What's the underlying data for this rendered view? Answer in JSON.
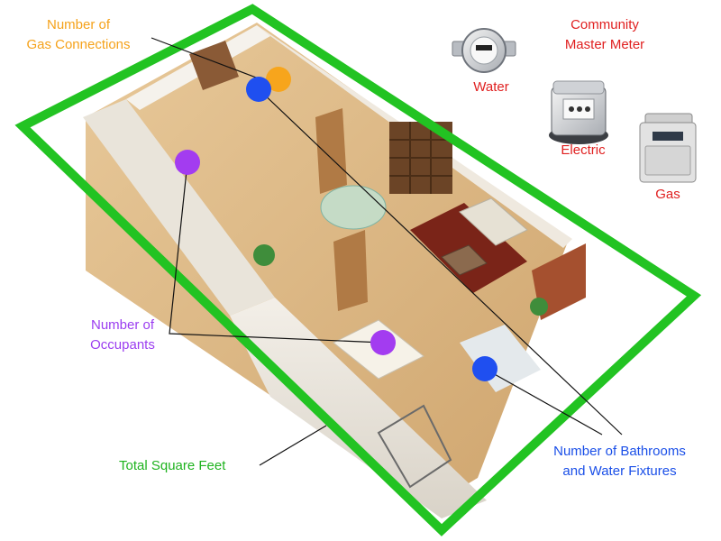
{
  "labels": {
    "gas_connections": [
      "Number of",
      "Gas Connections"
    ],
    "occupants": [
      "Number of",
      "Occupants"
    ],
    "bathrooms": [
      "Number of Bathrooms",
      "and Water Fixtures"
    ],
    "square_feet": "Total Square Feet",
    "community_meter": [
      "Community",
      "Master Meter"
    ],
    "water": "Water",
    "electric": "Electric",
    "gas": "Gas"
  },
  "colors": {
    "gas_connections": "#f5a21b",
    "occupants": "#9b3df0",
    "bathrooms": "#1a4fe8",
    "square_feet": "#1fb31f",
    "community_meter": "#e02020",
    "outline": "#22c322",
    "connector": "#111111",
    "blue_dot": "#1f4ff0",
    "orange_dot": "#f7a51c",
    "purple_dot": "#a33cf0"
  },
  "icons": {
    "water_meter": "water-meter-icon",
    "electric_meter": "electric-meter-icon",
    "gas_meter": "gas-meter-icon",
    "floor_plan": "floor-plan-illustration"
  }
}
